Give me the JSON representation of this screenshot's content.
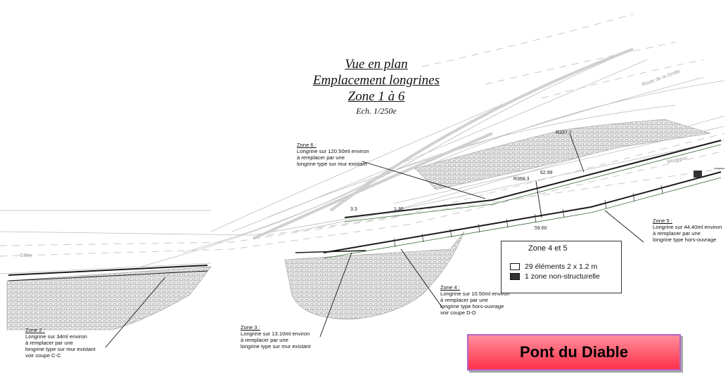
{
  "title": {
    "line1": "Vue en plan",
    "line2": "Emplacement longrines",
    "line3": "Zone 1 à 6",
    "scale": "Ech. 1/250e"
  },
  "notes": {
    "zone6": [
      "Zone 6 :",
      "Longrine sur 120.50ml environ",
      "à remplacer par une",
      "longrine type sur mur existant"
    ],
    "zone5": [
      "Zone 5 :",
      "Longrine sur 44.40ml environ",
      "à remplacer par une",
      "longrine type hors-ouvrage"
    ],
    "zone4": [
      "Zone 4 :",
      "Longrine sur 10.50ml environ",
      "à remplacer par une",
      "longrine type hors-ouvrage",
      "voir coupe D-D"
    ],
    "zone3": [
      "Zone 3 :",
      "Longrine sur 13.10ml environ",
      "à remplacer par une",
      "longrine type sur mur existant"
    ],
    "zone2": [
      "Zone 2 :",
      "Longrine sur 34ml environ",
      "à remplacer par une",
      "longrine type sur mur existant",
      "voir coupe C-C"
    ]
  },
  "dimensions": {
    "r1": "R337.7",
    "r2": "R368.3",
    "d1": "62.99",
    "d2": "59.60",
    "d3": "1.30",
    "d4": "3.3"
  },
  "roads": {
    "grotte": "Route de la Grotte",
    "montreux": "Montreux",
    "gilley": "Gilley"
  },
  "legend": {
    "title": "Zone 4 et 5",
    "item1": "29 éléments 2 x 1.2 m",
    "item2": "1 zone non-structurelle",
    "color1": "#ffffff",
    "color2": "#333333"
  },
  "badge": {
    "text": "Pont du Diable",
    "color_top": "#ff8f9c",
    "color_bottom": "#ff2f4a"
  }
}
